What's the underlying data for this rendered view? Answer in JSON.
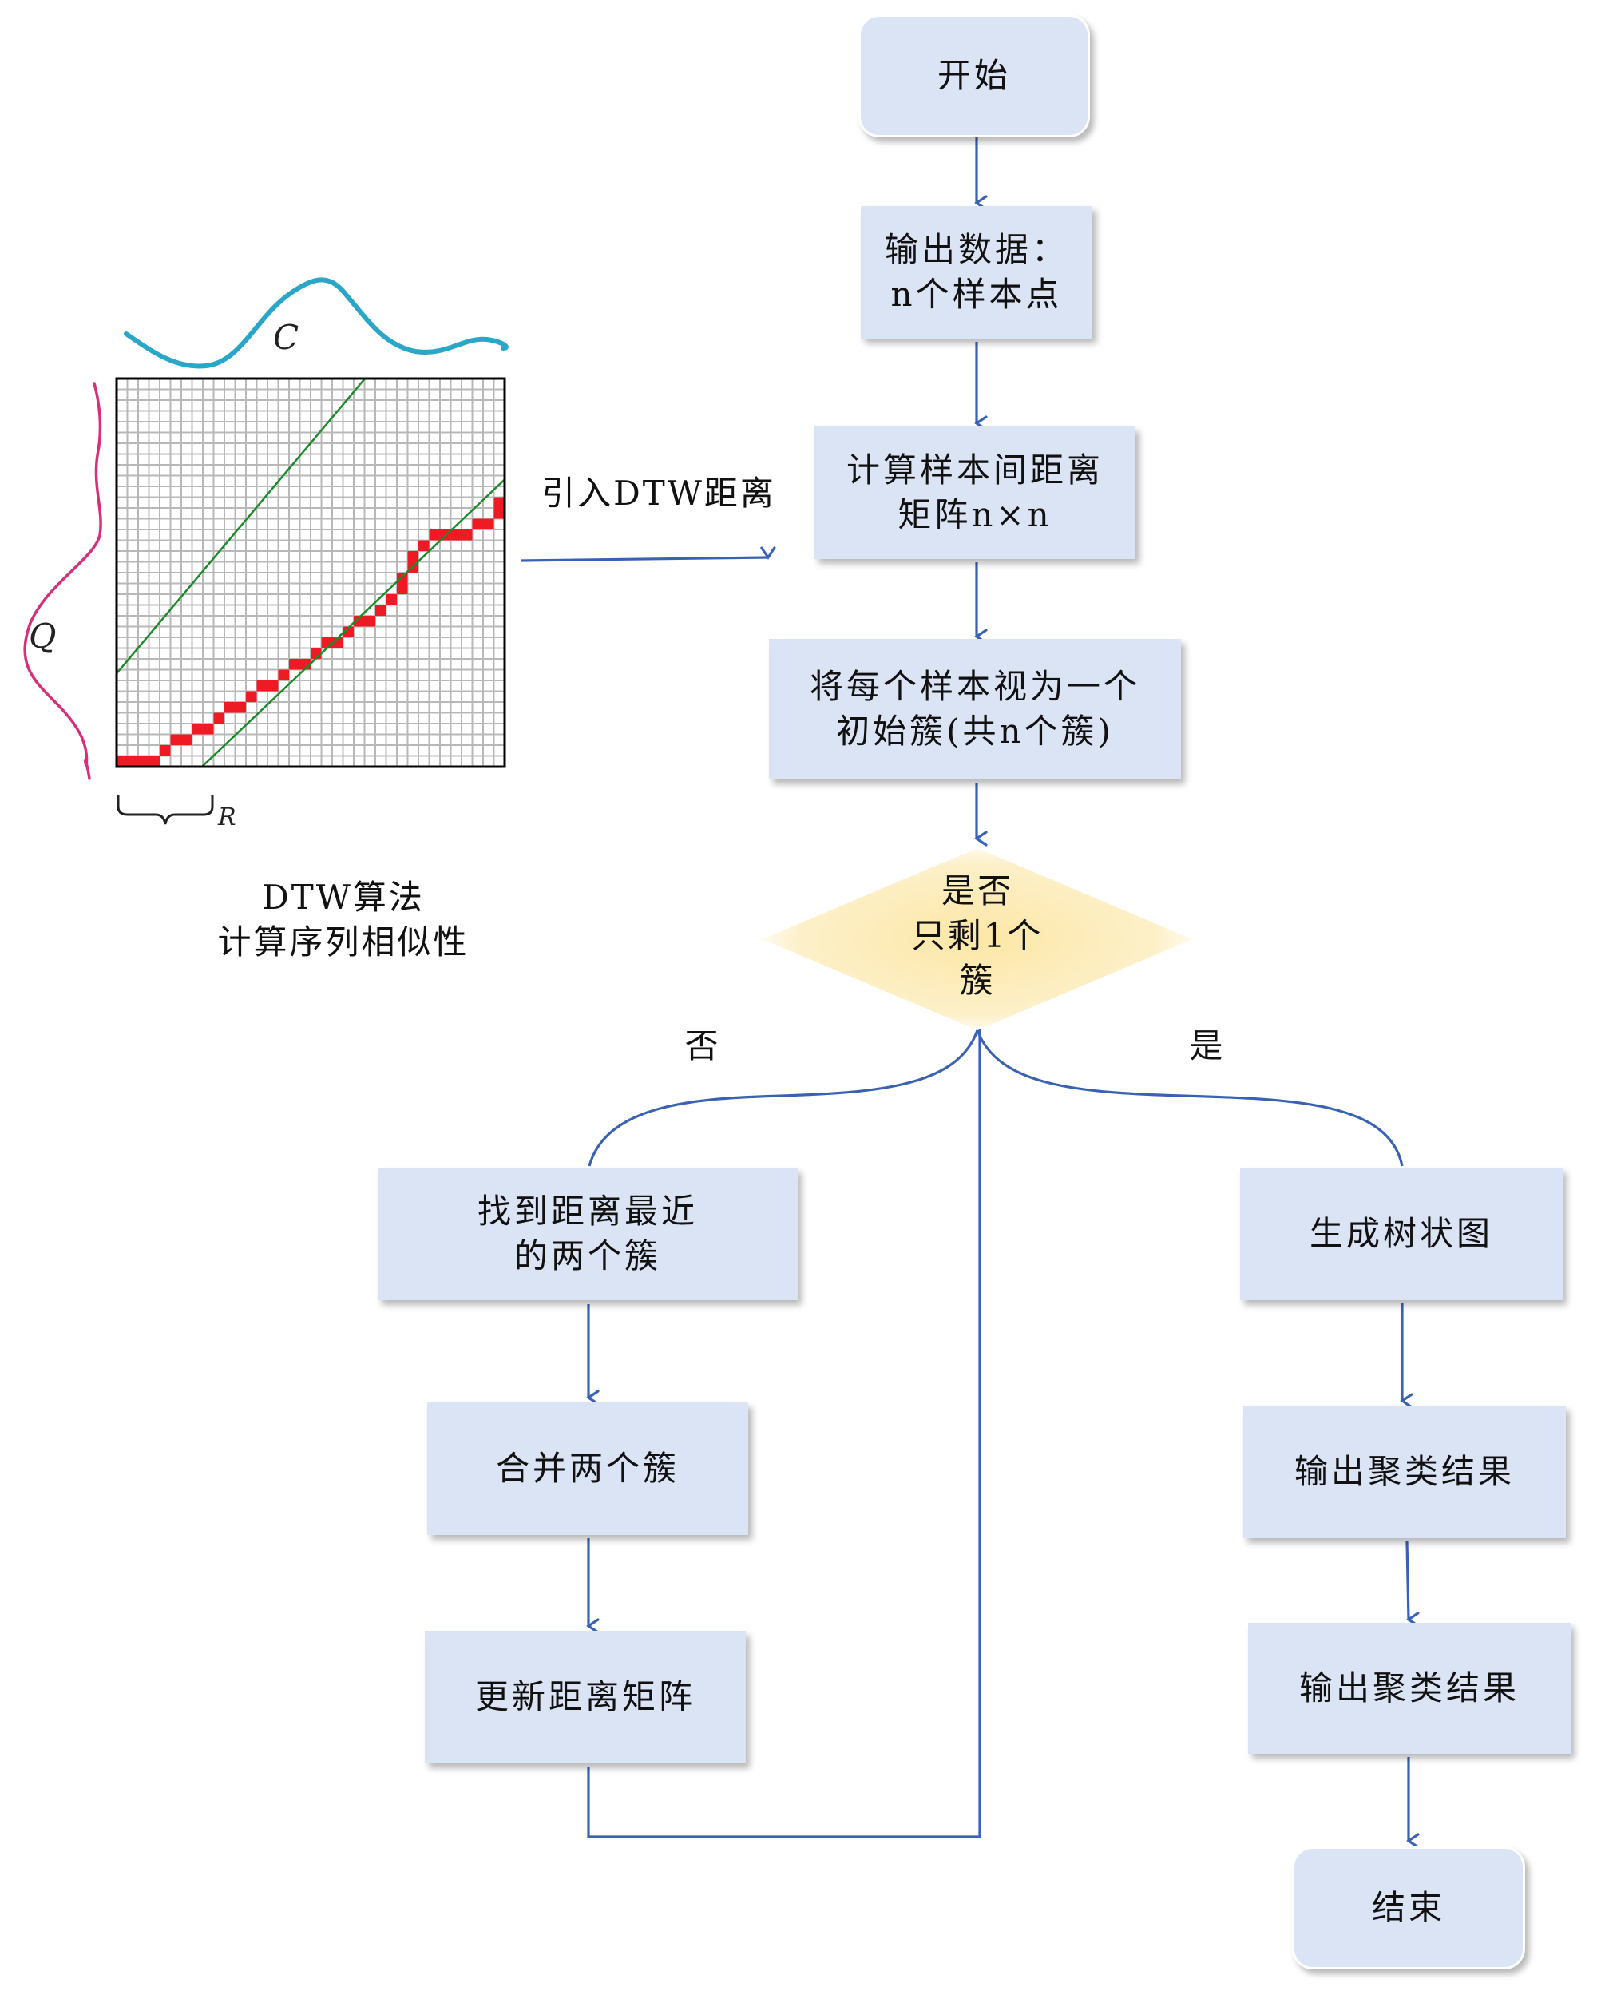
{
  "dtw": {
    "top_series_label": "C",
    "left_series_label": "Q",
    "window_label": "R",
    "caption": "DTW算法\n计算序列相似性",
    "arrow_label": "引入DTW距离",
    "colors": {
      "top_series": "#2aa6c8",
      "left_series": "#d6307a",
      "warp_path": "#ee1b24",
      "band": "#1c8a2a",
      "grid": "#b8b8b8"
    }
  },
  "flow": {
    "start": "开始",
    "input": "输出数据：\nn个样本点",
    "compute": "计算样本间距离\n矩阵n×n",
    "init": "将每个样本视为一个\n初始簇(共n个簇)",
    "decision": "是否\n只剩1个\n簇",
    "no_label": "否",
    "yes_label": "是",
    "find": "找到距离最近\n的两个簇",
    "merge": "合并两个簇",
    "update": "更新距离矩阵",
    "tree": "生成树状图",
    "output1": "输出聚类结果",
    "output2": "输出聚类结果",
    "end": "结束"
  },
  "colors": {
    "box_fill": "#dbe4f5",
    "arrow": "#3a62b3",
    "diamond_fill": "#fde9b0"
  }
}
